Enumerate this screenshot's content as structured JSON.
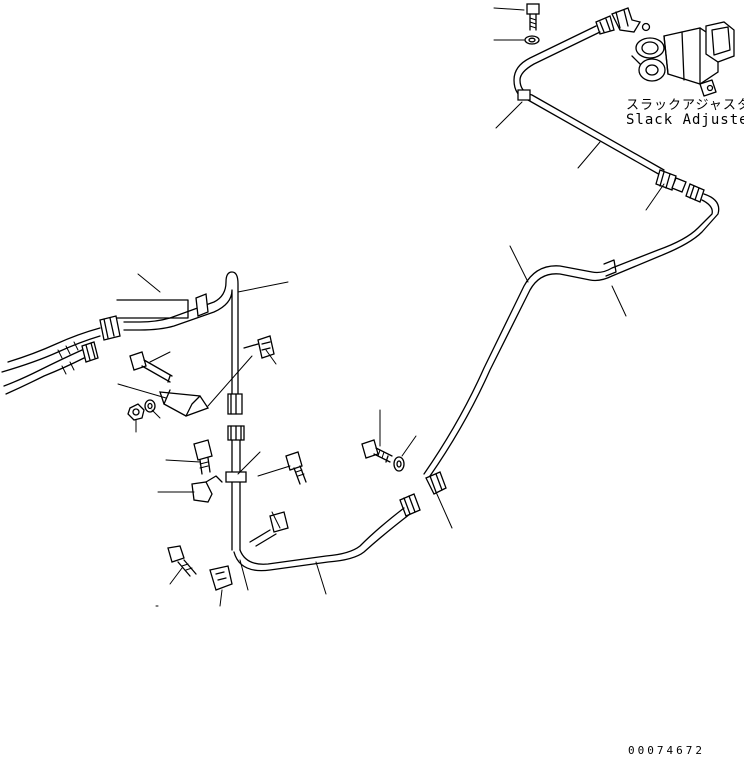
{
  "labels": {
    "slack_adjuster_jp": "スラックアジャスタ",
    "slack_adjuster_en": "Slack Adjuster"
  },
  "drawing_number": "00074672"
}
